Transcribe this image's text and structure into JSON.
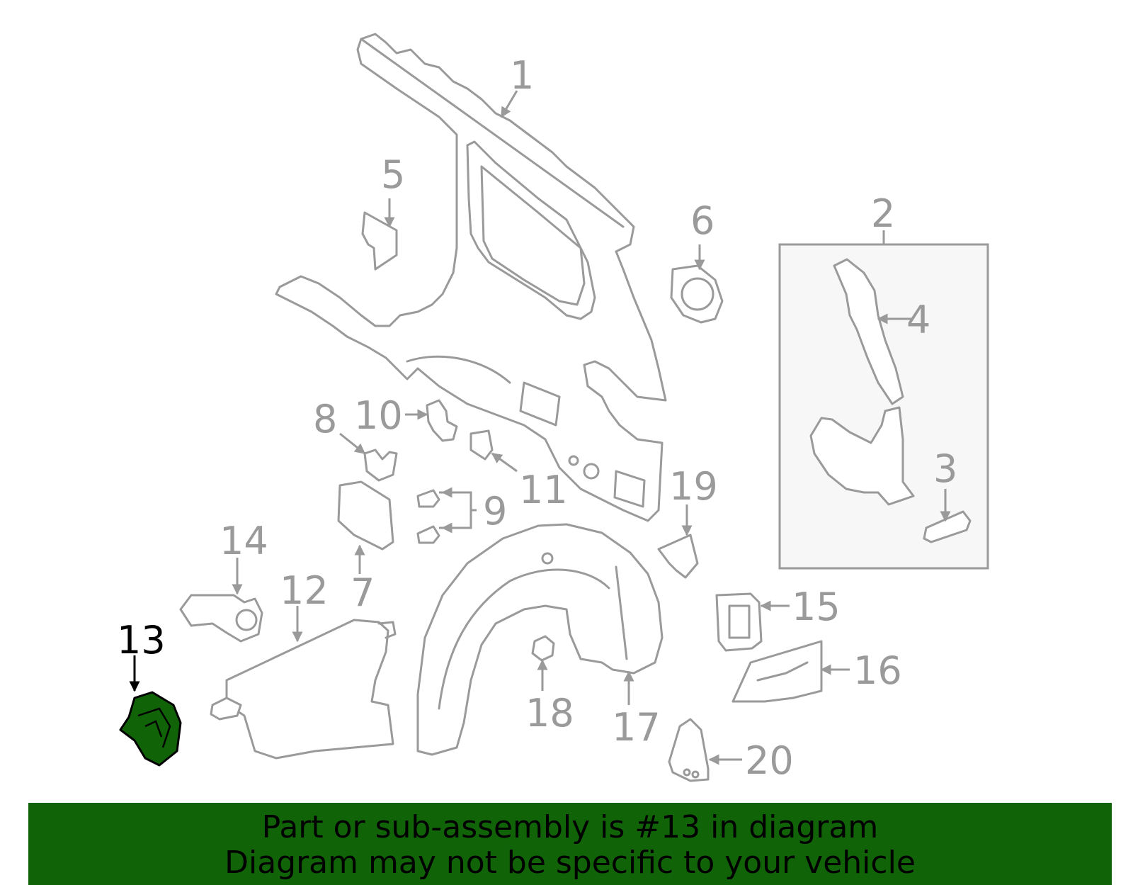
{
  "diagram": {
    "highlighted_part": "13",
    "highlight_color": "#116308",
    "line_color": "#9a9a9a",
    "callouts": [
      "1",
      "2",
      "3",
      "4",
      "5",
      "6",
      "7",
      "8",
      "9",
      "10",
      "11",
      "12",
      "13",
      "14",
      "15",
      "16",
      "17",
      "18",
      "19",
      "20"
    ]
  },
  "banner": {
    "line1": "Part or sub-assembly is #13 in diagram",
    "line2": "Diagram may not be specific to your vehicle",
    "background": "#116308"
  }
}
